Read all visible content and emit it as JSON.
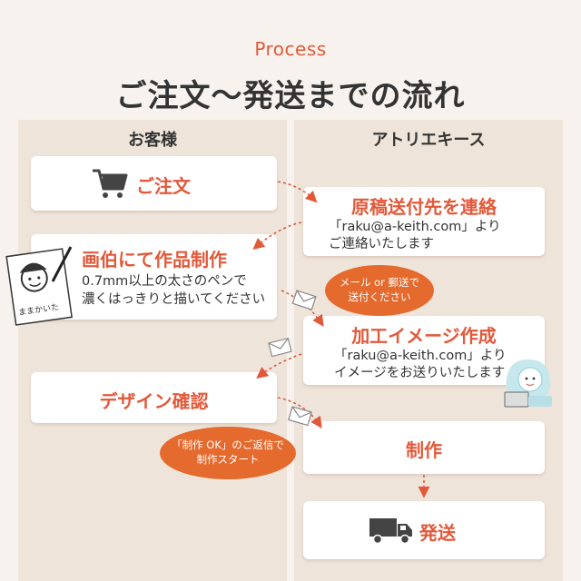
{
  "header": {
    "process_label": "Process",
    "title": "ご注文〜発送までの流れ"
  },
  "columns": {
    "customer": "お客様",
    "atelier": "アトリエキース"
  },
  "steps": {
    "order": {
      "title": "ご注文",
      "icon": "shopping-cart-icon"
    },
    "draw": {
      "title": "画伯にて作品制作",
      "line1": "0.7mm以上の太さのペンで",
      "line2": "濃くはっきりと描いてください"
    },
    "contact": {
      "title": "原稿送付先を連絡",
      "line1": "「raku@a-keith.com」より",
      "line2": "ご連絡いたします"
    },
    "process": {
      "title": "加工イメージ作成",
      "line1": "「raku@a-keith.com」より",
      "line2": "イメージをお送りいたします"
    },
    "design": {
      "title": "デザイン確認"
    },
    "produce": {
      "title": "制作"
    },
    "ship": {
      "title": "発送",
      "icon": "delivery-truck-icon"
    }
  },
  "bubbles": {
    "send": {
      "line1": "メール or 郵送で",
      "line2": "送付ください"
    },
    "ok": {
      "line1": "「制作 OK」のご返信で",
      "line2": "制作スタート"
    }
  },
  "illustrations": {
    "drawing_caption": "ままかいた",
    "drawing_icon": "drawing-paper-icon",
    "person_icon": "person-laptop-icon",
    "envelope_icon": "envelope-icon"
  },
  "colors": {
    "accent": "#e2593a",
    "bubble": "#e56a2e",
    "column_bg": "#efe4da",
    "page_bg": "#f7f2ed"
  }
}
